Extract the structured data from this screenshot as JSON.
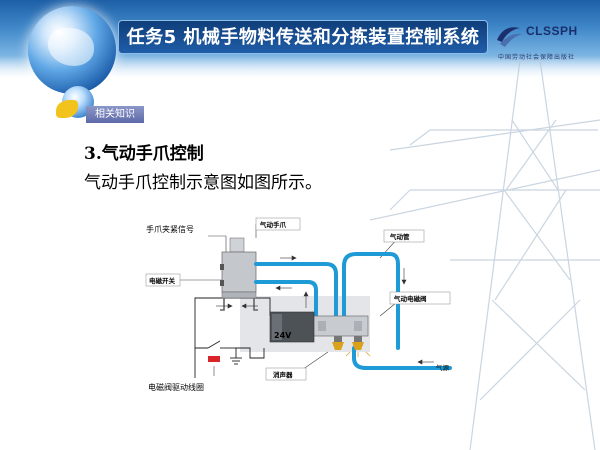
{
  "header": {
    "title": "任务5 机械手物料传送和分拣装置控制系统",
    "logo_text": "CLSSPH",
    "logo_subtitle": "中国劳动社会保障出版社"
  },
  "section_tag": "相关知识",
  "heading": "3.气动手爪控制",
  "subheading": "气动手爪控制示意图如图所示。",
  "diagram": {
    "labels": {
      "clamp_signal": "手爪夹紧信号",
      "magnetic_switch": "电磁开关",
      "pneumatic_gripper": "气动手爪",
      "air_tube": "气动管",
      "solenoid_valve": "气动电磁阀",
      "voltage": "24V",
      "muffler": "消声器",
      "air_source": "气源",
      "coil": "电磁阀驱动线圈"
    },
    "colors": {
      "tube": "#1e9ad6",
      "valve_body": "#c8cbd0",
      "coil_red": "#d9242a"
    }
  }
}
